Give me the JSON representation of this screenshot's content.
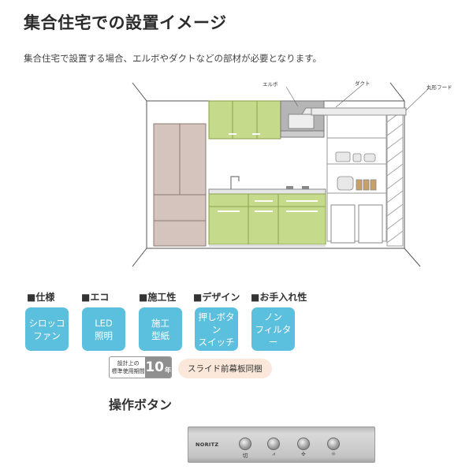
{
  "header": {
    "title": "集合住宅での設置イメージ",
    "description": "集合住宅で設置する場合、エルボやダクトなどの部材が必要となります。"
  },
  "diagram": {
    "label_elbow": "エルボ",
    "label_duct": "ダクト",
    "label_hood": "丸形フード"
  },
  "categories": [
    "■仕様",
    "■エコ",
    "■施工性",
    "■デザイン",
    "■お手入れ性"
  ],
  "features": [
    {
      "line1": "シロッコ",
      "line2": "ファン"
    },
    {
      "line1": "LED",
      "line2": "照明"
    },
    {
      "line1": "施工",
      "line2": "型紙"
    },
    {
      "line1": "押しボタン",
      "line2": "スイッチ"
    },
    {
      "line1": "ノン",
      "line2": "フィルター"
    }
  ],
  "life_badge": {
    "line1": "設計上の",
    "line2": "標準使用期間",
    "years": "10",
    "unit": "年"
  },
  "slide_label": "スライド前幕板同梱",
  "control_section": {
    "title": "操作ボタン",
    "brand": "NORITZ",
    "buttons": [
      {
        "symbol": "切",
        "icon": "power-off"
      },
      {
        "symbol": "⩘",
        "icon": "fan-low"
      },
      {
        "symbol": "✣",
        "icon": "fan-high"
      },
      {
        "symbol": "☼",
        "icon": "light"
      }
    ]
  },
  "colors": {
    "feature_blue": "#5bc0de",
    "cabinet_green": "#c5da8a",
    "fridge_beige": "#d4c4bd",
    "pill_bg": "#fbe8da"
  }
}
